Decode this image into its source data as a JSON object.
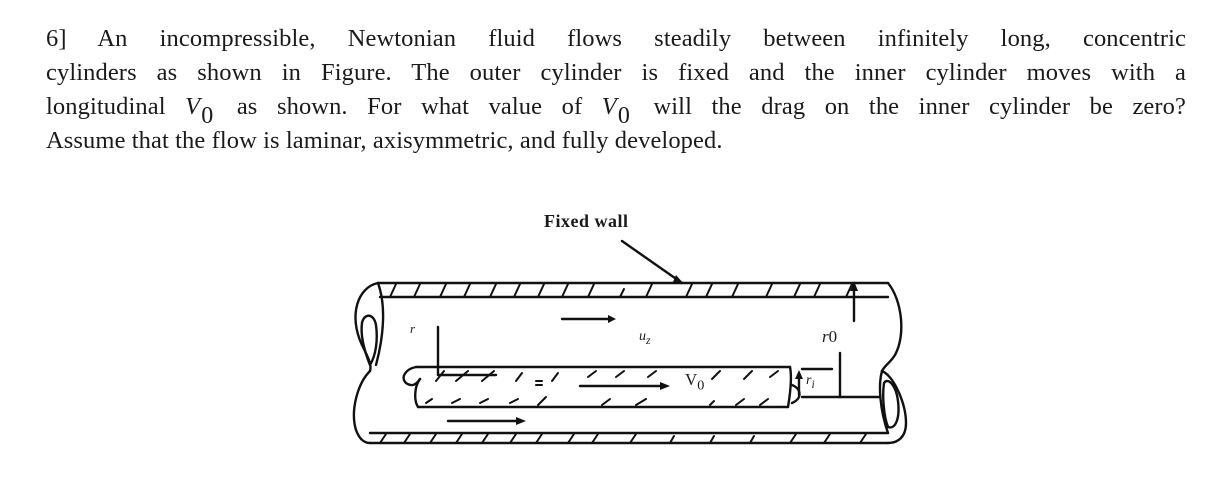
{
  "problem": {
    "number": "6]",
    "lines": [
      "6] An incompressible, Newtonian fluid flows steadily between infinitely long, concentric",
      "cylinders as shown in Figure. The outer cylinder is fixed and the inner cylinder moves with a"
    ],
    "line3": {
      "before_var1": "longitudinal ",
      "var1": "V",
      "var1_sub": "0",
      "middle": " as shown.  For what value of ",
      "var2": "V",
      "var2_sub": "0",
      "after": " will the drag on the inner cylinder be zero?"
    },
    "line4": "Assume that the flow is laminar, axisymmetric, and fully developed."
  },
  "figure": {
    "fixed_wall_label": "Fixed wall",
    "radial_coord_label": "r",
    "axial_velocity_label": "u",
    "axial_velocity_sub": "z",
    "inner_velocity_label": "V",
    "inner_velocity_sub": "0",
    "outer_radius_label": "r",
    "outer_radius_sub": "0",
    "inner_radius_label": "r",
    "inner_radius_sub": "i"
  }
}
